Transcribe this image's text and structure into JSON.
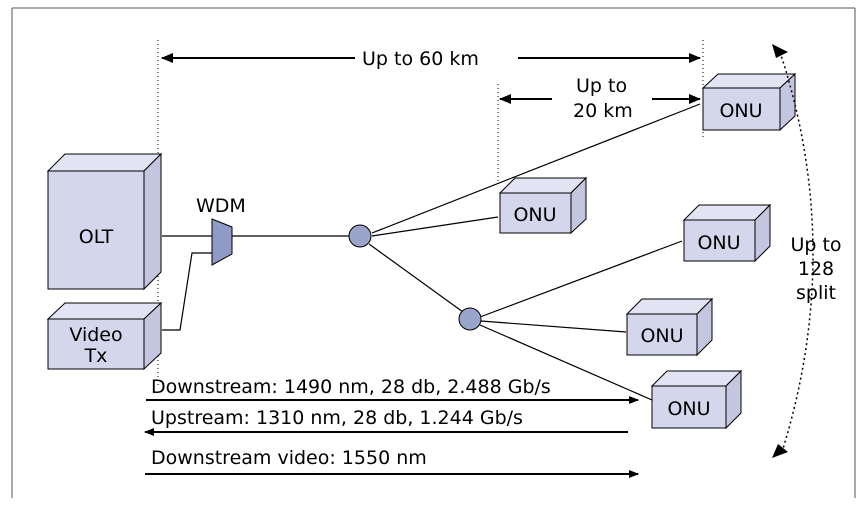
{
  "diagram": {
    "distances": {
      "total": "Up to 60 km",
      "onu_line1": "Up to",
      "onu_line2": "20 km"
    },
    "split": {
      "line1": "Up to",
      "line2": "128",
      "line3": "split"
    },
    "nodes": {
      "olt": "OLT",
      "video_line1": "Video",
      "video_line2": "Tx",
      "wdm": "WDM",
      "onu": [
        "ONU",
        "ONU",
        "ONU",
        "ONU",
        "ONU"
      ]
    },
    "streams": {
      "downstream": "Downstream: 1490 nm, 28 db, 2.488 Gb/s",
      "upstream": "Upstream: 1310 nm, 28 db, 1.244 Gb/s",
      "video": "Downstream video: 1550 nm"
    },
    "colors": {
      "box_front": "#d4d6ec",
      "box_side": "#c4c6e0",
      "box_top": "#e2e3f3",
      "splitter": "#9aa5cc",
      "wdm": "#8f9bc6"
    }
  }
}
